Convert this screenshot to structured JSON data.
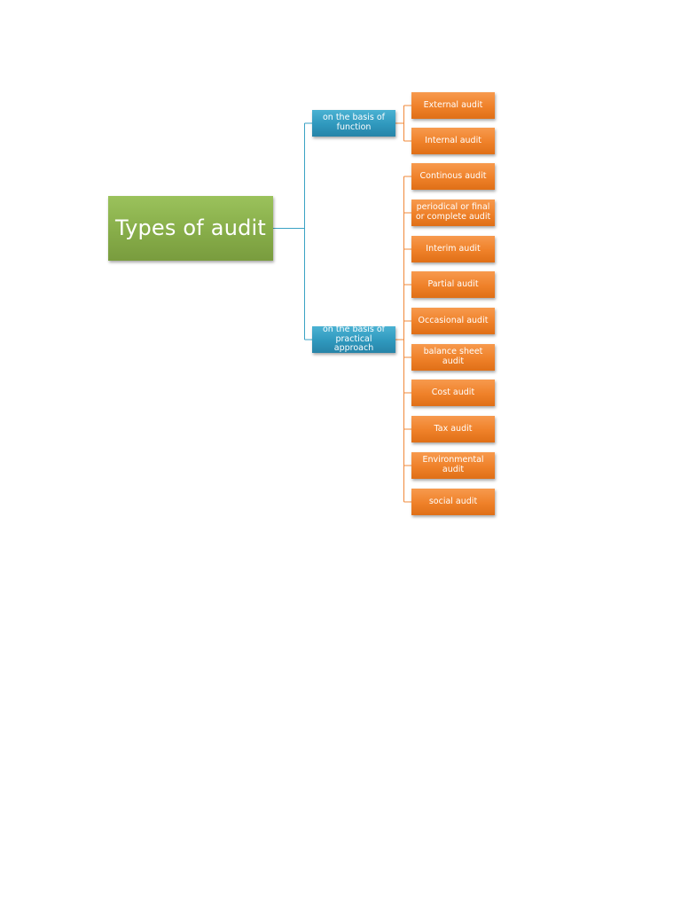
{
  "diagram": {
    "root": {
      "label": "Types of audit"
    },
    "branches": [
      {
        "label": "on the basis of function",
        "leaves": [
          {
            "label": "External audit"
          },
          {
            "label": "Internal audit"
          }
        ]
      },
      {
        "label": "on the basis of practical approach",
        "leaves": [
          {
            "label": "Continous audit"
          },
          {
            "label": "periodical or final or complete audit"
          },
          {
            "label": "Interim audit"
          },
          {
            "label": "Partial audit"
          },
          {
            "label": "Occasional audit"
          },
          {
            "label": "balance sheet audit"
          },
          {
            "label": "Cost audit"
          },
          {
            "label": "Tax audit"
          },
          {
            "label": "Environmental audit"
          },
          {
            "label": "social audit"
          }
        ]
      }
    ]
  },
  "colors": {
    "root": "#87ad49",
    "category": "#2f98bd",
    "leaf": "#ef8129",
    "connector_root": "#3aa2c4",
    "connector_leaf": "#f0893a"
  }
}
